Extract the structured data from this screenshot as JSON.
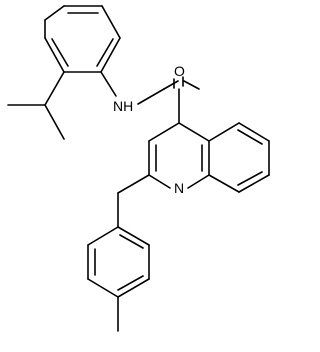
{
  "molecule": {
    "atom_labels": {
      "amide_nh": "NH",
      "carbonyl_o": "O",
      "quinoline_n": "N"
    },
    "colors": {
      "bond": "#000000",
      "label": "#000000",
      "background": "#ffffff"
    }
  }
}
